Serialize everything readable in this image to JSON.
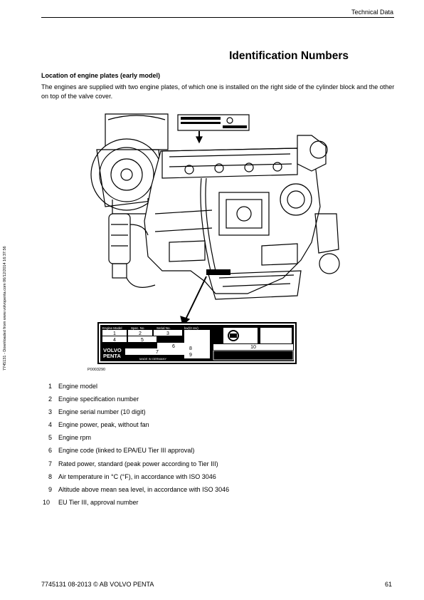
{
  "header": {
    "section": "Technical Data"
  },
  "page_title": "Identification Numbers",
  "subheading": "Location of engine plates (early model)",
  "intro": "The engines are supplied with two engine plates, of which one is installed on the right side of the cylinder block and the other on top of the valve cover.",
  "side_note": "7745131 - Downloaded from www.volvopenta.com 06/12/2014 16:37:56",
  "figure": {
    "id": "P0003290",
    "plate": {
      "field_labels": [
        "Engine Model",
        "Spec. No",
        "Serial No.",
        "kw(/2 rev)"
      ],
      "callouts": [
        "1",
        "2",
        "3",
        "4",
        "5",
        "6",
        "7",
        "8",
        "9",
        "10"
      ],
      "brand_line_1": "VOLVO",
      "brand_line_2": "PENTA",
      "made_in": "MADE IN GERMANY"
    }
  },
  "legend": [
    {
      "num": "1",
      "text": "Engine model"
    },
    {
      "num": "2",
      "text": "Engine specification number"
    },
    {
      "num": "3",
      "text": "Engine serial number (10 digit)"
    },
    {
      "num": "4",
      "text": "Engine power, peak, without fan"
    },
    {
      "num": "5",
      "text": "Engine rpm"
    },
    {
      "num": "6",
      "text": "Engine code (linked to EPA/EU Tier III approval)"
    },
    {
      "num": "7",
      "text": "Rated power, standard (peak power according to Tier III)"
    },
    {
      "num": "8",
      "text": "Air temperature in °C (°F), in accordance with ISO 3046"
    },
    {
      "num": "9",
      "text": "Altitude above mean sea level, in accordance with ISO 3046"
    },
    {
      "num": "10",
      "text": "EU Tier III, approval number"
    }
  ],
  "footer": {
    "left": "7745131 08-2013 © AB VOLVO PENTA",
    "page_number": "61"
  }
}
